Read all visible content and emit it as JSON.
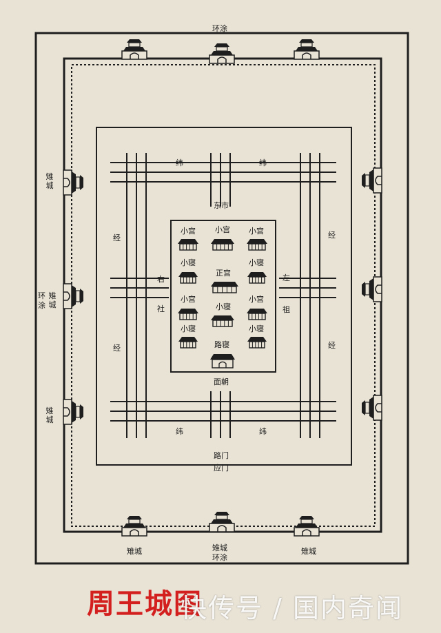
{
  "title": "周王城图",
  "watermark": "快传号 / 国内奇闻",
  "labels": {
    "huantu": "环涂",
    "yicheng": "雉城",
    "huantu_yicheng": "环涂雉城",
    "wei": "纬",
    "jing": "经",
    "dongshi": "东市",
    "mianchao": "面朝",
    "lumen": "路门",
    "yingmen": "应门",
    "you": "右",
    "she": "社",
    "zuo": "左",
    "zu": "祖",
    "xiaogong": "小宫",
    "xiaoqin": "小寝",
    "zhenggong": "正宫",
    "luqin": "路寝"
  },
  "colors": {
    "ink": "#1e1e1e",
    "paper": "#e9e3d6",
    "title": "#d41f1f"
  }
}
